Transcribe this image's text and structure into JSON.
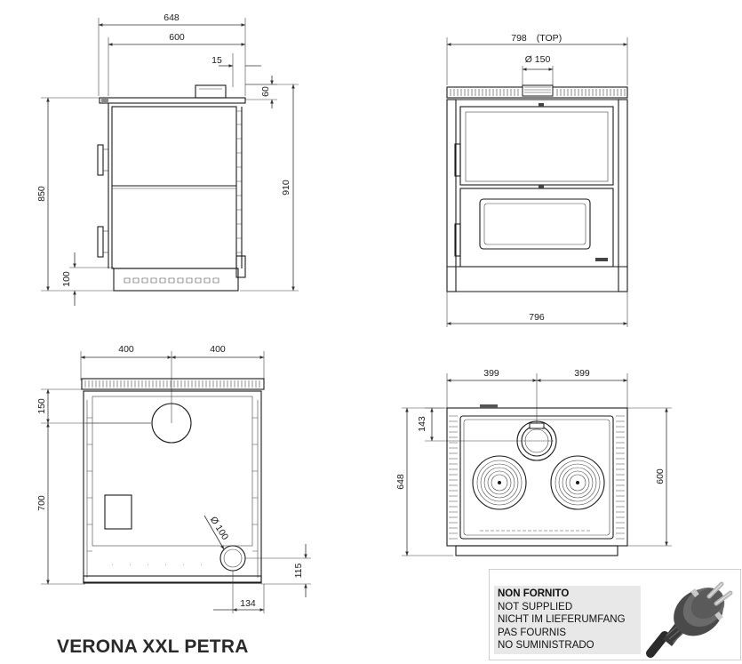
{
  "model_name": "VERONA XXL PETRA",
  "side_view": {
    "dim_total_depth": "648",
    "dim_body_depth": "600",
    "dim_flue_offset": "15",
    "dim_flue_height": "60",
    "dim_top_height": "850",
    "dim_total_height": "910",
    "dim_base_height": "100"
  },
  "front_view": {
    "dim_top_width": "798",
    "dim_top_label": "(TOP)",
    "dim_flue_diameter": "Ø 150",
    "dim_base_width": "796"
  },
  "rear_view": {
    "dim_left_half": "400",
    "dim_right_half": "400",
    "dim_flue_from_top": "150",
    "dim_flue_to_outlet": "700",
    "dim_outlet_diameter": "Ø 100",
    "dim_outlet_height": "115",
    "dim_outlet_offset": "134"
  },
  "top_view": {
    "dim_left_half": "399",
    "dim_right_half": "399",
    "dim_flue_from_back": "143",
    "dim_total_depth": "648",
    "dim_body_depth": "600"
  },
  "notice": {
    "line_it": "NON FORNITO",
    "line_en": "NOT SUPPLIED",
    "line_de": "NICHT IM LIEFERUMFANG",
    "line_fr": "PAS FOURNIS",
    "line_es": "NO SUMINISTRADO",
    "icon": "power-plug-icon"
  }
}
